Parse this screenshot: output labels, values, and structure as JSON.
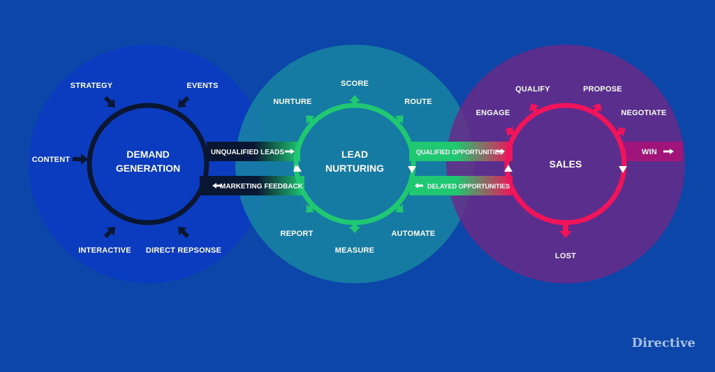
{
  "colors": {
    "background": "#0b46a8",
    "demand": "#0c3cc0",
    "nurturing": "#137c9e",
    "sales": "#5a2d86",
    "green": "#1fc871",
    "pink": "#f0145a",
    "navy": "#0a1732"
  },
  "demand": {
    "title_line1": "DEMAND",
    "title_line2": "GENERATION",
    "inputs": [
      "STRATEGY",
      "EVENTS",
      "CONTENT",
      "INTERACTIVE",
      "DIRECT REPSONSE"
    ]
  },
  "nurturing": {
    "title_line1": "LEAD",
    "title_line2": "NURTURING",
    "outputs": [
      "SCORE",
      "NURTURE",
      "ROUTE",
      "REPORT",
      "MEASURE",
      "AUTOMATE"
    ]
  },
  "sales": {
    "title": "SALES",
    "outputs": [
      "QUALIFY",
      "PROPOSE",
      "ENGAGE",
      "NEGOTIATE",
      "LOST"
    ],
    "win": "WIN"
  },
  "flows": {
    "unqualified_leads": "UNQUALIFIED LEADS",
    "marketing_feedback": "MARKETING FEEDBACK",
    "qualified_opportunities": "QUALIFIED OPPORTUNITIES",
    "delayed_opportunities": "DELAYED OPPORTUNITIES"
  },
  "brand": "Directive"
}
